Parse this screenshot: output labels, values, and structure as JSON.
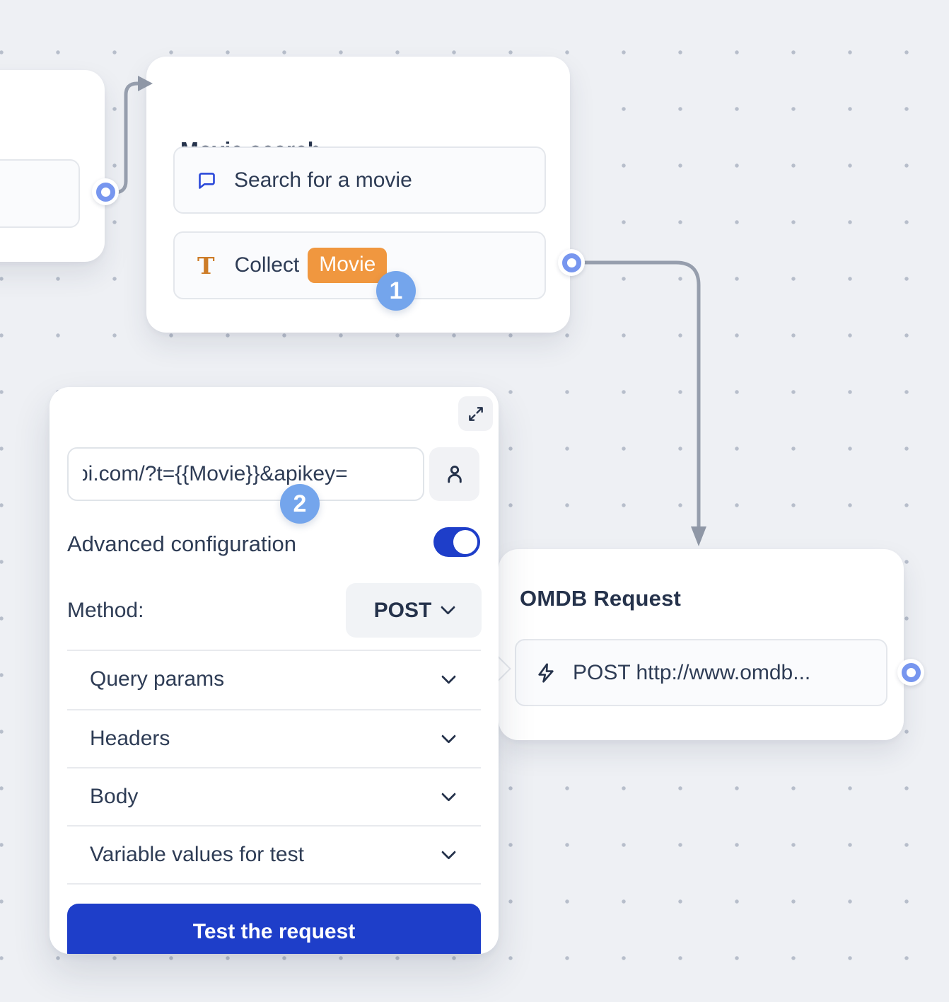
{
  "colors": {
    "background": "#eef0f4",
    "accent_blue": "#1e3ec9",
    "badge_blue": "#74a5ec",
    "port_blue": "#7796ef",
    "chat_icon_blue": "#2b49da",
    "tag_orange": "#f0973f",
    "t_icon_orange": "#cd7c28",
    "connector_gray": "#969ead",
    "text_dark": "#2e3c55"
  },
  "movie_node": {
    "title": "Movie search",
    "rows": [
      {
        "icon": "chat-bubble-icon",
        "label": "Search for a movie"
      },
      {
        "icon": "text-collect-icon",
        "label": "Collect",
        "tag": "Movie"
      }
    ]
  },
  "step_badges": {
    "collect_step": "1",
    "url_step": "2"
  },
  "panel": {
    "url_value": "pi.com/?t={{Movie}}&apikey=",
    "advanced_label": "Advanced configuration",
    "method_label": "Method:",
    "method_value": "POST",
    "sections": [
      {
        "label": "Query params"
      },
      {
        "label": "Headers"
      },
      {
        "label": "Body"
      },
      {
        "label": "Variable values for test"
      }
    ],
    "test_button_label": "Test the request"
  },
  "omdb_node": {
    "title": "OMDB Request",
    "row": {
      "icon": "lightning-icon",
      "label": "POST http://www.omdb..."
    }
  }
}
